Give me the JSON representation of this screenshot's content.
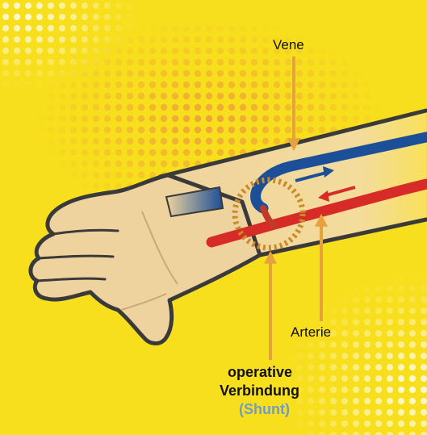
{
  "labels": {
    "vein": "Vene",
    "artery": "Arterie",
    "connection_line1": "operative",
    "connection_line2": "Verbindung",
    "shunt": "(Shunt)"
  },
  "colors": {
    "background": "#f8df1d",
    "halftone_orange": "#eea238",
    "skin": "#efd39e",
    "outline": "#3a3a3a",
    "vein": "#1b4f98",
    "artery": "#d62b27",
    "pointer_arrow": "#e6a33c",
    "shunt_circle": "#c98b2a",
    "shunt_text": "#6f9ccd"
  }
}
